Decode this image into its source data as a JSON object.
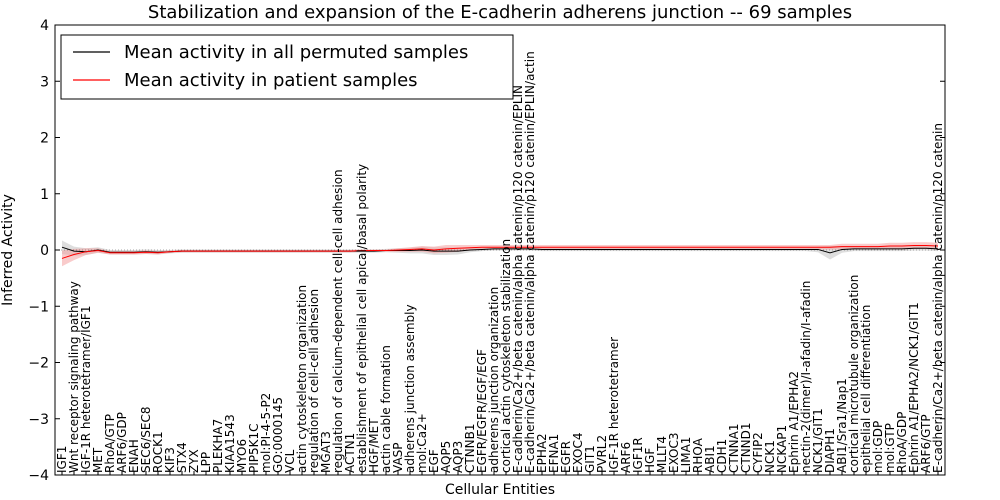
{
  "chart_data": {
    "type": "line",
    "title": "Stabilization and expansion of the E-cadherin adherens junction -- 69 samples",
    "xlabel": "Cellular Entities",
    "ylabel": "Inferred Activity",
    "ylim": [
      -4,
      4
    ],
    "yticks": [
      -4,
      -3,
      -2,
      -1,
      0,
      1,
      2,
      3,
      4
    ],
    "ytick_labels": [
      "−4",
      "−3",
      "−2",
      "−1",
      "0",
      "1",
      "2",
      "3",
      "4"
    ],
    "grid": false,
    "legend_position": "top-left",
    "categories": [
      "IGF1",
      "Wnt receptor signaling pathway",
      "IGF-1R heterotetramer/IGF1",
      "MET",
      "RhoA/GTP",
      "ARF6/GDP",
      "ENAH",
      "SEC6/SEC8",
      "ROCK1",
      "KIF3",
      "STX4",
      "ZYX",
      "LPP",
      "PLEKHA7",
      "KIAA1543",
      "MYO6",
      "PIP5K1C",
      "mol:PI-4-5-P2",
      "GO:0000145",
      "VCL",
      "actin cytoskeleton organization",
      "regulation of cell-cell adhesion",
      "MGAT3",
      "regulation of calcium-dependent cell-cell adhesion",
      "ACTN1",
      "establishment of epithelial cell apical/basal polarity",
      "HGF/MET",
      "actin cable formation",
      "VASP",
      "adherens junction assembly",
      "mol:Ca2+",
      "EGF",
      "AQP5",
      "AQP3",
      "CTNNB1",
      "EGFR/EGFR/EGF/EGF",
      "adherens junction organization",
      "cortical actin cytoskeleton stabilization",
      "E-cadherin/Ca2+/beta catenin/alpha catenin/p120 catenin/EPLIN",
      "E-cadherin/Ca2+/beta catenin/alpha catenin/p120 catenin/EPLIN/actin",
      "EPHA2",
      "EFNA1",
      "EGFR",
      "EXOC4",
      "GIT1",
      "PVRL2",
      "IGF-1R heterotetramer",
      "ARF6",
      "IGF1R",
      "HGF",
      "MLLT4",
      "EXOC3",
      "LIMA1",
      "RHOA",
      "ABI1",
      "CDH1",
      "CTNNA1",
      "CTNND1",
      "CYFIP2",
      "NCK1",
      "NCKAP1",
      "Ephrin A1/EPHA2",
      "nectin-2(dimer)/I-afadin/I-afadin",
      "NCK1/GIT1",
      "DIAPH1",
      "ABI1/Sra1/Nap1",
      "cortical microtubule organization",
      "epithelial cell differentiation",
      "mol:GDP",
      "mol:GTP",
      "RhoA/GDP",
      "Ephrin A1/EPHA2/NCK1/GIT1",
      "ARF6/GTP",
      "E-cadherin/Ca2+/beta catenin/alpha catenin/p120 catenin"
    ],
    "series": [
      {
        "name": "Mean activity in all permuted samples",
        "color": "#000000",
        "band_color": "#c8c8c8",
        "values": [
          0.05,
          -0.02,
          -0.03,
          0.0,
          -0.04,
          -0.04,
          -0.04,
          -0.03,
          -0.04,
          -0.03,
          -0.02,
          -0.02,
          -0.02,
          -0.02,
          -0.02,
          -0.02,
          -0.02,
          -0.02,
          -0.02,
          -0.02,
          -0.02,
          -0.02,
          -0.02,
          -0.02,
          -0.02,
          -0.02,
          -0.02,
          -0.01,
          -0.01,
          -0.01,
          0.0,
          -0.02,
          -0.02,
          -0.02,
          0.0,
          0.01,
          0.02,
          0.02,
          0.02,
          0.02,
          0.01,
          0.01,
          0.01,
          0.01,
          0.01,
          0.01,
          0.01,
          0.01,
          0.01,
          0.01,
          0.01,
          0.01,
          0.01,
          0.01,
          0.01,
          0.01,
          0.01,
          0.01,
          0.01,
          0.01,
          0.01,
          0.01,
          0.01,
          0.01,
          -0.05,
          0.01,
          0.02,
          0.02,
          0.02,
          0.02,
          0.02,
          0.03,
          0.03,
          0.02
        ],
        "band_width": [
          0.12,
          0.08,
          0.06,
          0.05,
          0.04,
          0.04,
          0.04,
          0.04,
          0.04,
          0.03,
          0.03,
          0.03,
          0.03,
          0.03,
          0.03,
          0.03,
          0.03,
          0.03,
          0.03,
          0.03,
          0.03,
          0.03,
          0.03,
          0.03,
          0.03,
          0.03,
          0.03,
          0.03,
          0.04,
          0.05,
          0.06,
          0.07,
          0.07,
          0.06,
          0.04,
          0.03,
          0.03,
          0.03,
          0.03,
          0.03,
          0.03,
          0.03,
          0.03,
          0.03,
          0.03,
          0.03,
          0.03,
          0.03,
          0.03,
          0.03,
          0.03,
          0.03,
          0.03,
          0.03,
          0.03,
          0.03,
          0.03,
          0.03,
          0.03,
          0.03,
          0.03,
          0.03,
          0.03,
          0.05,
          0.12,
          0.06,
          0.04,
          0.04,
          0.04,
          0.04,
          0.04,
          0.04,
          0.04,
          0.04
        ]
      },
      {
        "name": "Mean activity in patient samples",
        "color": "#ff0000",
        "band_color": "#f4a0a0",
        "values": [
          -0.15,
          -0.08,
          -0.03,
          -0.01,
          -0.05,
          -0.05,
          -0.05,
          -0.04,
          -0.05,
          -0.03,
          -0.02,
          -0.02,
          -0.02,
          -0.02,
          -0.02,
          -0.02,
          -0.02,
          -0.02,
          -0.02,
          -0.02,
          -0.02,
          -0.02,
          -0.02,
          -0.02,
          -0.02,
          -0.01,
          -0.01,
          -0.01,
          0.0,
          0.01,
          0.02,
          0.0,
          0.02,
          0.03,
          0.04,
          0.05,
          0.05,
          0.05,
          0.05,
          0.05,
          0.05,
          0.05,
          0.05,
          0.05,
          0.05,
          0.05,
          0.05,
          0.05,
          0.05,
          0.05,
          0.05,
          0.05,
          0.05,
          0.05,
          0.05,
          0.05,
          0.05,
          0.05,
          0.05,
          0.05,
          0.05,
          0.05,
          0.05,
          0.05,
          0.05,
          0.06,
          0.06,
          0.06,
          0.06,
          0.07,
          0.07,
          0.08,
          0.08,
          0.07
        ],
        "band_width": [
          0.14,
          0.1,
          0.06,
          0.04,
          0.03,
          0.03,
          0.03,
          0.03,
          0.03,
          0.02,
          0.02,
          0.02,
          0.02,
          0.02,
          0.02,
          0.02,
          0.02,
          0.02,
          0.02,
          0.02,
          0.02,
          0.02,
          0.02,
          0.02,
          0.02,
          0.02,
          0.02,
          0.02,
          0.03,
          0.04,
          0.05,
          0.06,
          0.07,
          0.06,
          0.05,
          0.04,
          0.04,
          0.04,
          0.04,
          0.04,
          0.04,
          0.04,
          0.04,
          0.04,
          0.04,
          0.04,
          0.04,
          0.04,
          0.04,
          0.04,
          0.04,
          0.04,
          0.04,
          0.04,
          0.04,
          0.04,
          0.04,
          0.04,
          0.04,
          0.04,
          0.04,
          0.04,
          0.04,
          0.04,
          0.04,
          0.05,
          0.05,
          0.05,
          0.05,
          0.06,
          0.06,
          0.06,
          0.06,
          0.06
        ]
      }
    ]
  }
}
